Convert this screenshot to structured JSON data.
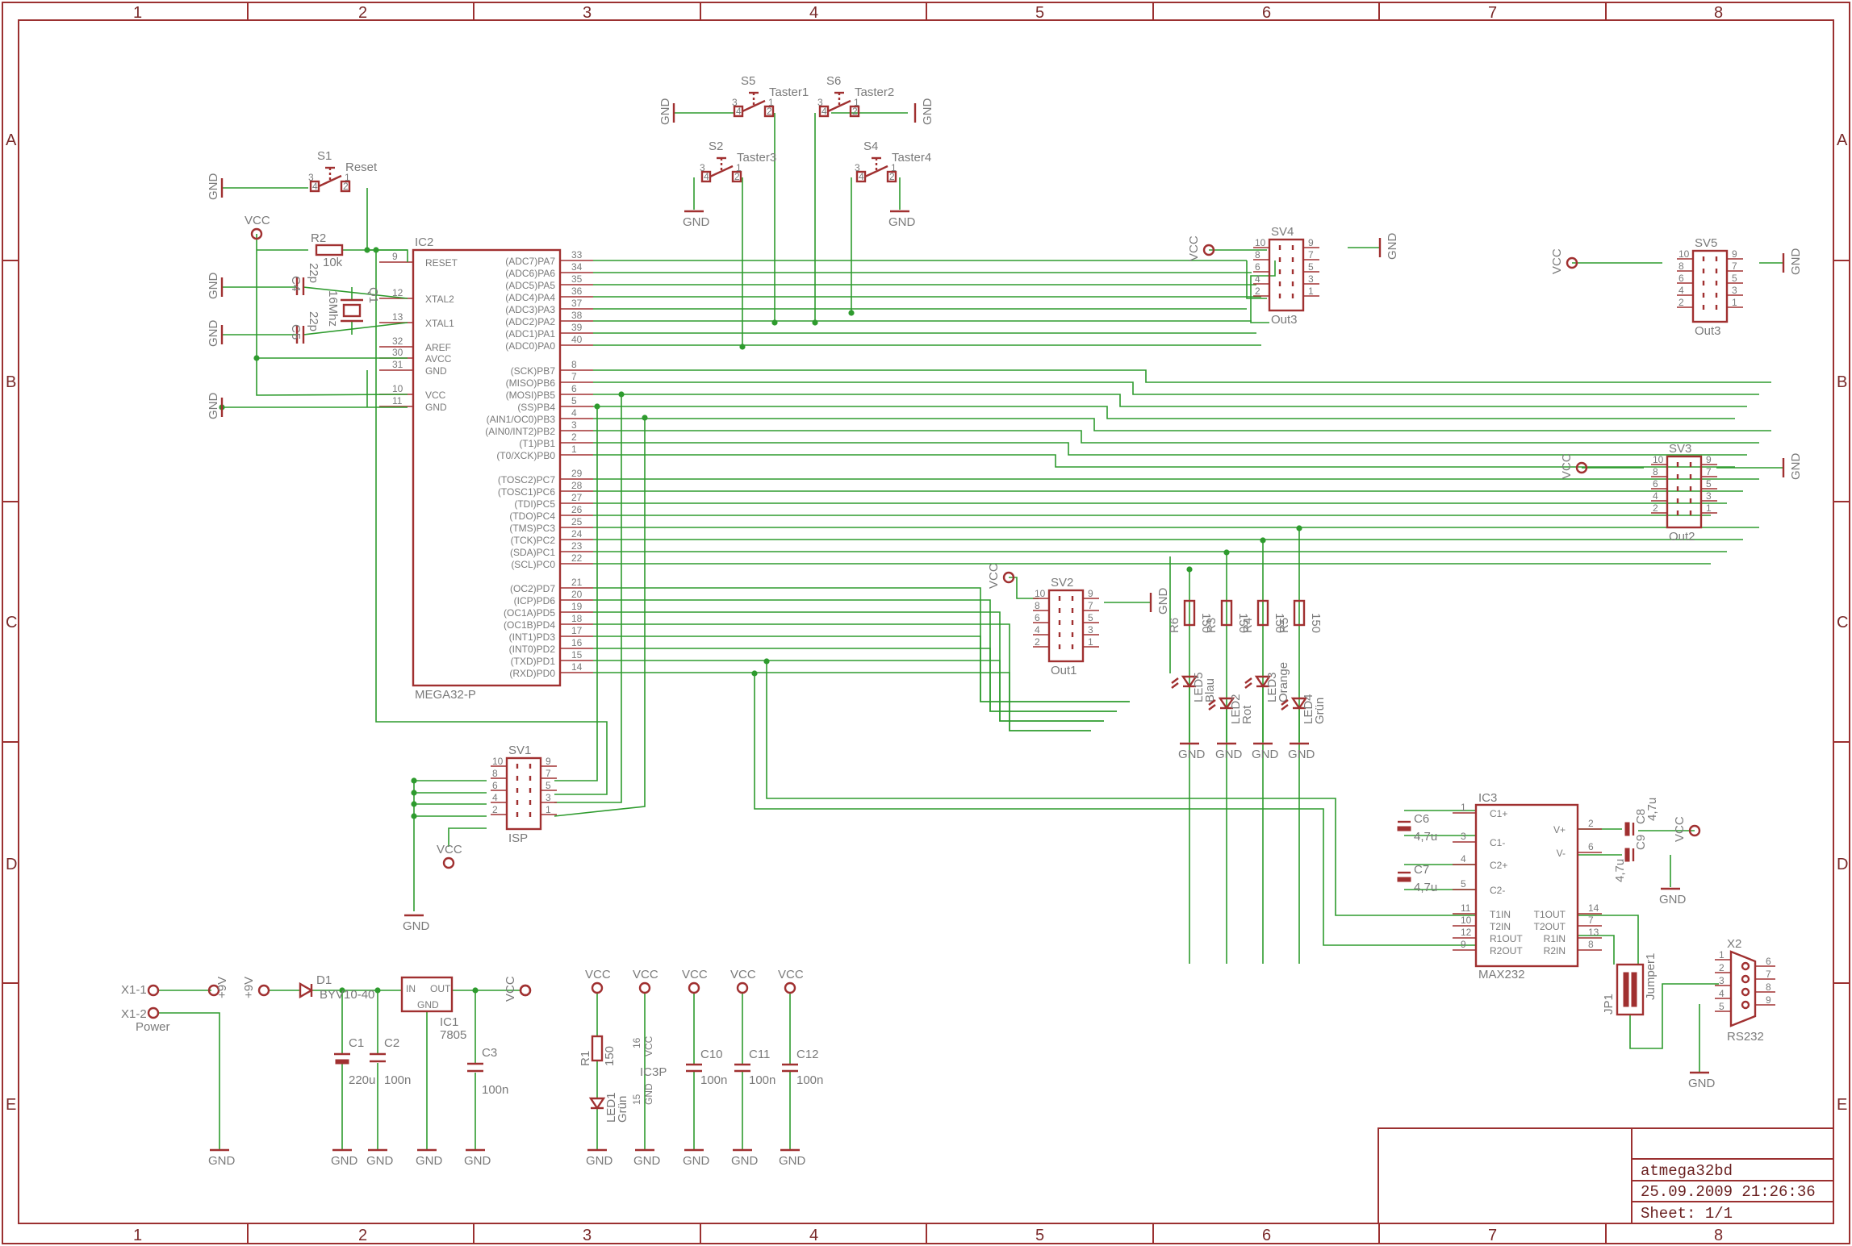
{
  "zones": {
    "columns": [
      "1",
      "2",
      "3",
      "4",
      "5",
      "6",
      "7",
      "8"
    ],
    "rows": [
      "A",
      "B",
      "C",
      "D",
      "E"
    ]
  },
  "title_block": {
    "name": "atmega32bd",
    "date": "25.09.2009 21:26:36",
    "sheet": "Sheet: 1/1"
  },
  "ic2": {
    "ref": "IC2",
    "value": "MEGA32-P",
    "left_pins": [
      {
        "num": "9",
        "name": "RESET"
      },
      {
        "num": "12",
        "name": "XTAL2"
      },
      {
        "num": "13",
        "name": "XTAL1"
      },
      {
        "num": "32",
        "name": "AREF"
      },
      {
        "num": "30",
        "name": "AVCC"
      },
      {
        "num": "31",
        "name": "GND"
      },
      {
        "num": "10",
        "name": "VCC"
      },
      {
        "num": "11",
        "name": "GND"
      }
    ],
    "right_pins": [
      {
        "num": "33",
        "name": "(ADC7)PA7"
      },
      {
        "num": "34",
        "name": "(ADC6)PA6"
      },
      {
        "num": "35",
        "name": "(ADC5)PA5"
      },
      {
        "num": "36",
        "name": "(ADC4)PA4"
      },
      {
        "num": "37",
        "name": "(ADC3)PA3"
      },
      {
        "num": "38",
        "name": "(ADC2)PA2"
      },
      {
        "num": "39",
        "name": "(ADC1)PA1"
      },
      {
        "num": "40",
        "name": "(ADC0)PA0"
      },
      {
        "num": "8",
        "name": "(SCK)PB7"
      },
      {
        "num": "7",
        "name": "(MISO)PB6"
      },
      {
        "num": "6",
        "name": "(MOSI)PB5"
      },
      {
        "num": "5",
        "name": "(SS)PB4"
      },
      {
        "num": "4",
        "name": "(AIN1/OC0)PB3"
      },
      {
        "num": "3",
        "name": "(AIN0/INT2)PB2"
      },
      {
        "num": "2",
        "name": "(T1)PB1"
      },
      {
        "num": "1",
        "name": "(T0/XCK)PB0"
      },
      {
        "num": "29",
        "name": "(TOSC2)PC7"
      },
      {
        "num": "28",
        "name": "(TOSC1)PC6"
      },
      {
        "num": "27",
        "name": "(TDI)PC5"
      },
      {
        "num": "26",
        "name": "(TDO)PC4"
      },
      {
        "num": "25",
        "name": "(TMS)PC3"
      },
      {
        "num": "24",
        "name": "(TCK)PC2"
      },
      {
        "num": "23",
        "name": "(SDA)PC1"
      },
      {
        "num": "22",
        "name": "(SCL)PC0"
      },
      {
        "num": "21",
        "name": "(OC2)PD7"
      },
      {
        "num": "20",
        "name": "(ICP)PD6"
      },
      {
        "num": "19",
        "name": "(OC1A)PD5"
      },
      {
        "num": "18",
        "name": "(OC1B)PD4"
      },
      {
        "num": "17",
        "name": "(INT1)PD3"
      },
      {
        "num": "16",
        "name": "(INT0)PD2"
      },
      {
        "num": "15",
        "name": "(TXD)PD1"
      },
      {
        "num": "14",
        "name": "(RXD)PD0"
      }
    ]
  },
  "ic3": {
    "ref": "IC3",
    "value": "MAX232",
    "left_pins": [
      {
        "num": "1",
        "name": "C1+"
      },
      {
        "num": "3",
        "name": "C1-"
      },
      {
        "num": "4",
        "name": "C2+"
      },
      {
        "num": "5",
        "name": "C2-"
      },
      {
        "num": "11",
        "name": "T1IN"
      },
      {
        "num": "10",
        "name": "T2IN"
      },
      {
        "num": "12",
        "name": "R1OUT"
      },
      {
        "num": "9",
        "name": "R2OUT"
      }
    ],
    "right_pins": [
      {
        "num": "2",
        "name": "V+"
      },
      {
        "num": "6",
        "name": "V-"
      },
      {
        "num": "14",
        "name": "T1OUT"
      },
      {
        "num": "7",
        "name": "T2OUT"
      },
      {
        "num": "13",
        "name": "R1IN"
      },
      {
        "num": "8",
        "name": "R2IN"
      }
    ]
  },
  "headers": [
    {
      "ref": "SV4",
      "value": "Out3"
    },
    {
      "ref": "SV5",
      "value": "Out3"
    },
    {
      "ref": "SV3",
      "value": "Out2"
    },
    {
      "ref": "SV2",
      "value": "Out1"
    },
    {
      "ref": "SV1",
      "value": "ISP"
    }
  ],
  "header_pins": {
    "left": [
      "10",
      "8",
      "6",
      "4",
      "2"
    ],
    "right": [
      "9",
      "7",
      "5",
      "3",
      "1"
    ]
  },
  "switches": [
    {
      "ref": "S1",
      "value": "Reset"
    },
    {
      "ref": "S5",
      "value": "Taster1"
    },
    {
      "ref": "S6",
      "value": "Taster2"
    },
    {
      "ref": "S2",
      "value": "Taster3"
    },
    {
      "ref": "S4",
      "value": "Taster4"
    }
  ],
  "switch_pins": [
    "3",
    "1",
    "4",
    "2"
  ],
  "passives": {
    "r2": {
      "ref": "R2",
      "value": "10k"
    },
    "c4": {
      "ref": "C4",
      "value": "22p"
    },
    "c5": {
      "ref": "C5",
      "value": "22p"
    },
    "q1": {
      "ref": "Q1",
      "value": "16Mhz"
    },
    "r6": {
      "ref": "R6",
      "value": "150"
    },
    "r3": {
      "ref": "R3",
      "value": "150"
    },
    "r4": {
      "ref": "R4",
      "value": "150"
    },
    "r5": {
      "ref": "R5",
      "value": "150"
    },
    "led5": {
      "ref": "LED5",
      "value": "Blau"
    },
    "led2": {
      "ref": "LED2",
      "value": "Rot"
    },
    "led3": {
      "ref": "LED3",
      "value": "Orange"
    },
    "led4": {
      "ref": "LED4",
      "value": "Grün"
    },
    "c6": {
      "ref": "C6",
      "value": "4,7u"
    },
    "c7": {
      "ref": "C7",
      "value": "4,7u"
    },
    "c8": {
      "ref": "C8",
      "value": "4,7u"
    },
    "c9": {
      "ref": "C9",
      "value": "4,7u"
    },
    "jp1": {
      "ref": "JP1",
      "value": "Jumper1"
    },
    "x2": {
      "ref": "X2",
      "value": "RS232"
    },
    "x2_pins": [
      "1",
      "2",
      "3",
      "4",
      "5",
      "6",
      "7",
      "8",
      "9"
    ]
  },
  "power_section": {
    "x1_1": "X1-1",
    "x1_2": "X1-2",
    "power_label": "Power",
    "plus9v": "+9V",
    "d1": {
      "ref": "D1",
      "value": "BYV10-40"
    },
    "ic1": {
      "ref": "IC1",
      "value": "7805",
      "in": "IN",
      "out": "OUT",
      "gnd": "GND"
    },
    "c1": {
      "ref": "C1",
      "value": "220u"
    },
    "c2": {
      "ref": "C2",
      "value": "100n"
    },
    "c3": {
      "ref": "C3",
      "value": "100n"
    },
    "r1": {
      "ref": "R1",
      "value": "150"
    },
    "led1": {
      "ref": "LED1",
      "value": "Grün"
    },
    "ic3p": {
      "ref": "IC3P",
      "vcc_pin": "16",
      "gnd_pin": "15",
      "vcc": "VCC",
      "gnd": "GND"
    },
    "c10": {
      "ref": "C10",
      "value": "100n"
    },
    "c11": {
      "ref": "C11",
      "value": "100n"
    },
    "c12": {
      "ref": "C12",
      "value": "100n"
    }
  },
  "net_labels": {
    "vcc": "VCC",
    "gnd": "GND"
  }
}
